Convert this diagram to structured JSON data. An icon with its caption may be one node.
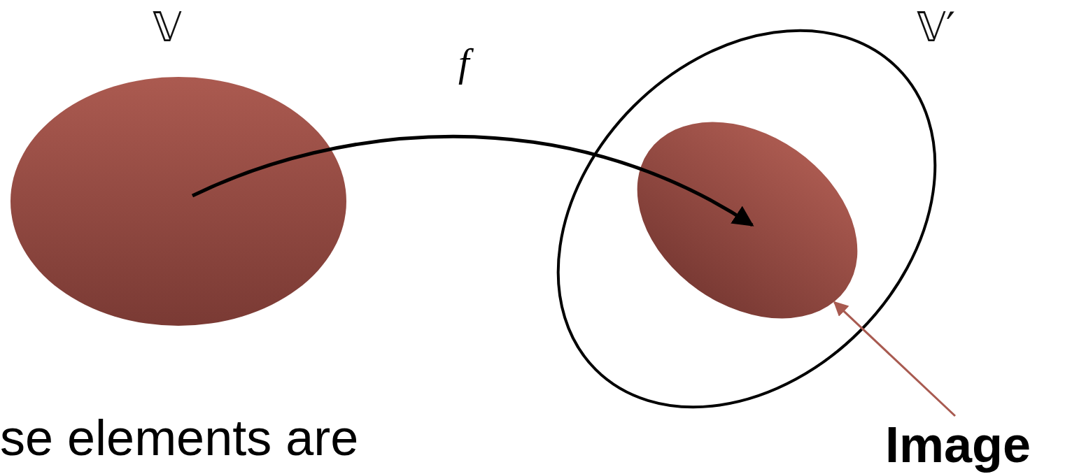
{
  "diagram": {
    "nodes": [
      {
        "text": [
          "𝕍"
        ]
      },
      {
        "text": [
          "𝕍′"
        ]
      },
      {
        "text": [],
        "shape": "ellipse",
        "in": 1
      },
      {
        "text": [
          "Image"
        ]
      }
    ],
    "edges": [
      {
        "from": 0,
        "to": 2,
        "arrow": "to",
        "label": "f"
      },
      {
        "from": 3,
        "to": 2,
        "arrow": "to",
        "color": "#a85a50"
      }
    ],
    "labels": [
      "se elements are"
    ]
  }
}
